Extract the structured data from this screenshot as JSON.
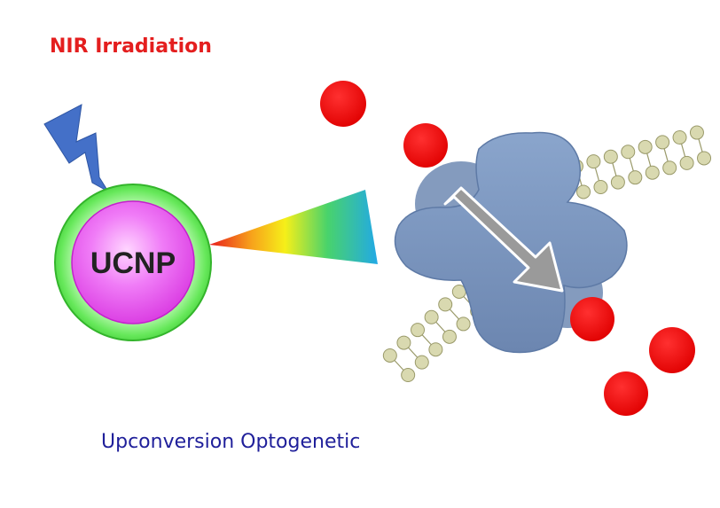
{
  "title_text": "NIR Irradiation",
  "caption_text": "Upconversion Optogenetic",
  "particle_label": "UCNP",
  "colors": {
    "title": "#e41e1e",
    "caption": "#1f1f9a",
    "ucnp_core": "#e86cf0",
    "ucnp_shell": "#44e23a",
    "bolt": "#4470c8",
    "channel_protein": "#7b96bf",
    "lipid_bilayer": "#c9c99a",
    "ions": "#f00000",
    "arrow": "#9a9a9a"
  },
  "icons": {
    "bolt": "lightning-bolt-icon",
    "arrow": "ion-flow-arrow-icon"
  }
}
